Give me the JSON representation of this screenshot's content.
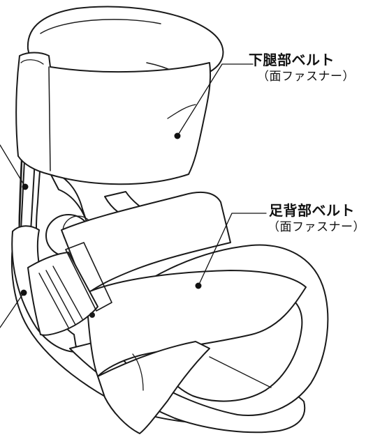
{
  "callouts": {
    "lower_leg_belt": {
      "title": "下腿部ベルト",
      "subtitle": "（面ファスナー）"
    },
    "dorsum_belt": {
      "title": "足背部ベルト",
      "subtitle": "（面ファスナー）"
    }
  },
  "colors": {
    "line": "#1a1a1a",
    "fill": "#ffffff",
    "leader_dot": "#111111"
  }
}
